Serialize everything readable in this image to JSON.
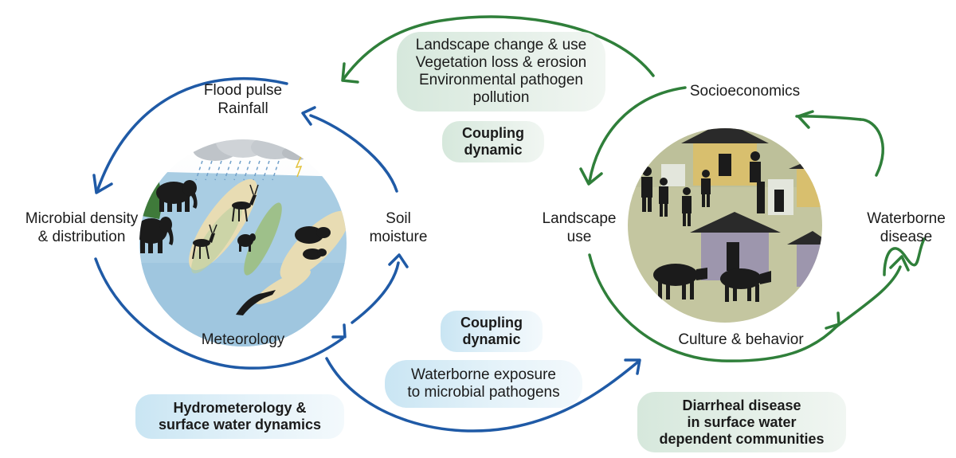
{
  "left_system": {
    "title": [
      "Hydrometerology &",
      "surface water dynamics"
    ],
    "top_label": [
      "Flood pulse",
      "Rainfall"
    ],
    "left_label": [
      "Microbial density",
      "& distribution"
    ],
    "right_label": [
      "Soil",
      "moisture"
    ],
    "bottom_label": "Meteorology"
  },
  "right_system": {
    "title": [
      "Diarrheal disease",
      "in surface water",
      "dependent communities"
    ],
    "top_label": "Socioeconomics",
    "left_label": [
      "Landscape",
      "use"
    ],
    "right_label": [
      "Waterborne",
      "disease"
    ],
    "bottom_label": "Culture & behavior"
  },
  "coupling_top": {
    "factors": [
      "Landscape change & use",
      "Vegetation loss & erosion",
      "Environmental pathogen",
      "pollution"
    ],
    "label": [
      "Coupling",
      "dynamic"
    ]
  },
  "coupling_bottom": {
    "label": [
      "Coupling",
      "dynamic"
    ],
    "factors": [
      "Waterborne exposure",
      "to microbial pathogens"
    ]
  },
  "colors": {
    "blue_arrow": "#1f5aa6",
    "green_arrow": "#2f7f3a"
  }
}
